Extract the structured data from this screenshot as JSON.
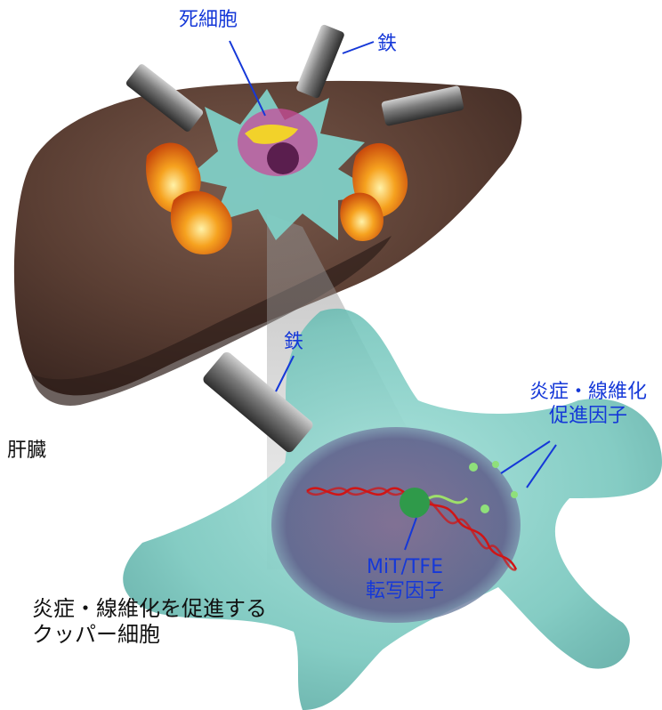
{
  "labels": {
    "dead_cell": "死細胞",
    "iron_top": "鉄",
    "iron_mid": "鉄",
    "liver": "肝臓",
    "factors_line1": "炎症・線維化",
    "factors_line2": "促進因子",
    "tf_line1": "MiT/TFE",
    "tf_line2": "転写因子",
    "kupffer_line1": "炎症・線維化を促進する",
    "kupffer_line2": "クッパー細胞"
  },
  "colors": {
    "label_blue": "#1538d8",
    "liver": "#5a3e33",
    "kupffer_cell": "#7fcfc6",
    "nucleus": "#6d5a90",
    "dna_strand": "#d01515",
    "transcription_factor": "#2f9a4a",
    "dead_cell": "#c84b9a",
    "fire": "#f08a18"
  },
  "icons": {
    "iron_rod": "rod-icon",
    "fire": "flame-icon",
    "cell": "kupffer-cell-icon"
  }
}
